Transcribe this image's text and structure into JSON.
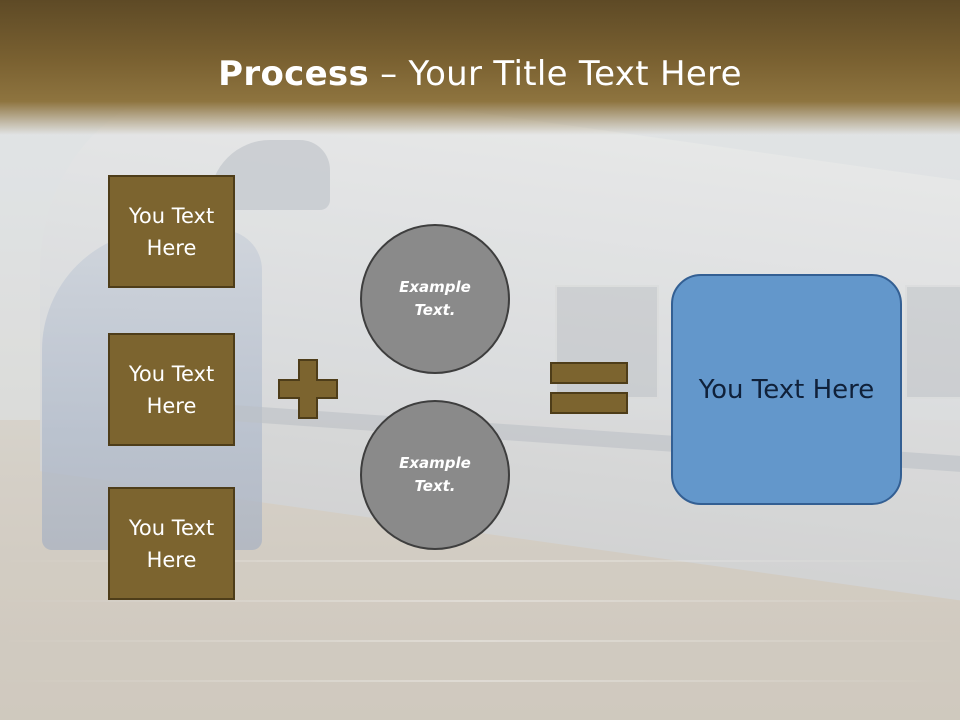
{
  "slide": {
    "title_bold": "Process",
    "title_rest": " – Your Title Text Here"
  },
  "boxes": [
    {
      "label": "You Text Here"
    },
    {
      "label": "You Text Here"
    },
    {
      "label": "You Text Here"
    }
  ],
  "circles": [
    {
      "label": "Example Text."
    },
    {
      "label": "Example Text."
    }
  ],
  "result": {
    "label": "You Text Here"
  },
  "colors": {
    "header_brown": "#7a6131",
    "box_fill": "#7c642f",
    "circle_fill": "#8a8a8a",
    "result_fill": "#6397cb",
    "operator_fill": "#7c642f"
  },
  "icons": {
    "plus": "plus-icon",
    "equals": "equals-icon"
  }
}
